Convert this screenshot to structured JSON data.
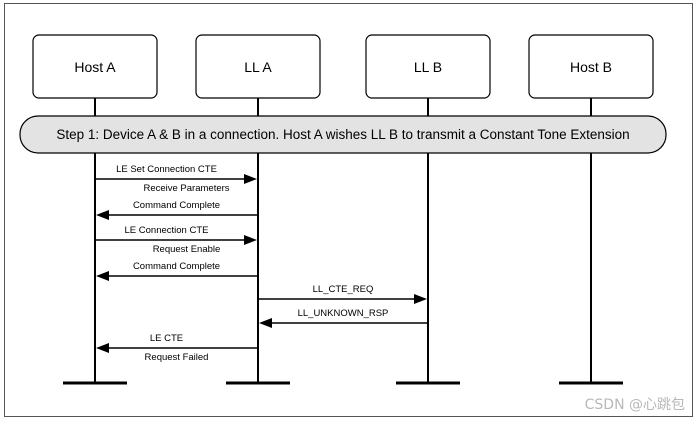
{
  "participants": [
    {
      "id": "host-a",
      "label": "Host A"
    },
    {
      "id": "ll-a",
      "label": "LL A"
    },
    {
      "id": "ll-b",
      "label": "LL B"
    },
    {
      "id": "host-b",
      "label": "Host B"
    }
  ],
  "step": {
    "text": "Step 1: Device A & B in a connection. Host A wishes LL B to transmit a Constant Tone Extension"
  },
  "messages": [
    {
      "from": 0,
      "to": 1,
      "line1": "LE Set Connection CTE",
      "line2": "Receive Parameters"
    },
    {
      "from": 1,
      "to": 0,
      "line1": "Command Complete",
      "line2": ""
    },
    {
      "from": 0,
      "to": 1,
      "line1": "LE Connection CTE",
      "line2": "Request Enable"
    },
    {
      "from": 1,
      "to": 0,
      "line1": "Command Complete",
      "line2": ""
    },
    {
      "from": 1,
      "to": 2,
      "line1": "LL_CTE_REQ",
      "line2": ""
    },
    {
      "from": 2,
      "to": 1,
      "line1": "LL_UNKNOWN_RSP",
      "line2": ""
    },
    {
      "from": 1,
      "to": 0,
      "line1": "LE CTE",
      "line2": "Request Failed"
    }
  ],
  "watermark": "CSDN @心跳包"
}
